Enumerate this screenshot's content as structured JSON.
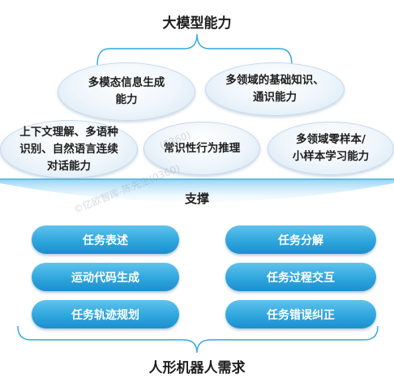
{
  "top_title": "大模型能力",
  "bottom_title": "人形机器人需求",
  "support_label": "支撑",
  "capabilities": [
    "多模态信息生成\n能力",
    "多领域的基础知识、\n通识能力",
    "上下文理解、多语种\n识别、自然语言连续\n对话能力",
    "常识性行为推理",
    "多领域零样本/\n小样本学习能力"
  ],
  "tasks": {
    "left": [
      "任务表述",
      "运动代码生成",
      "任务轨迹规划"
    ],
    "right": [
      "任务分解",
      "任务过程交互",
      "任务错误纠正"
    ]
  },
  "watermarks": [
    "©亿欧智库-陈先生(0360)",
    "(0360)"
  ],
  "colors": {
    "task_fill": "#2fa6de",
    "support_band": "#6fc4ec",
    "bracket_line": "#2fa6de"
  }
}
